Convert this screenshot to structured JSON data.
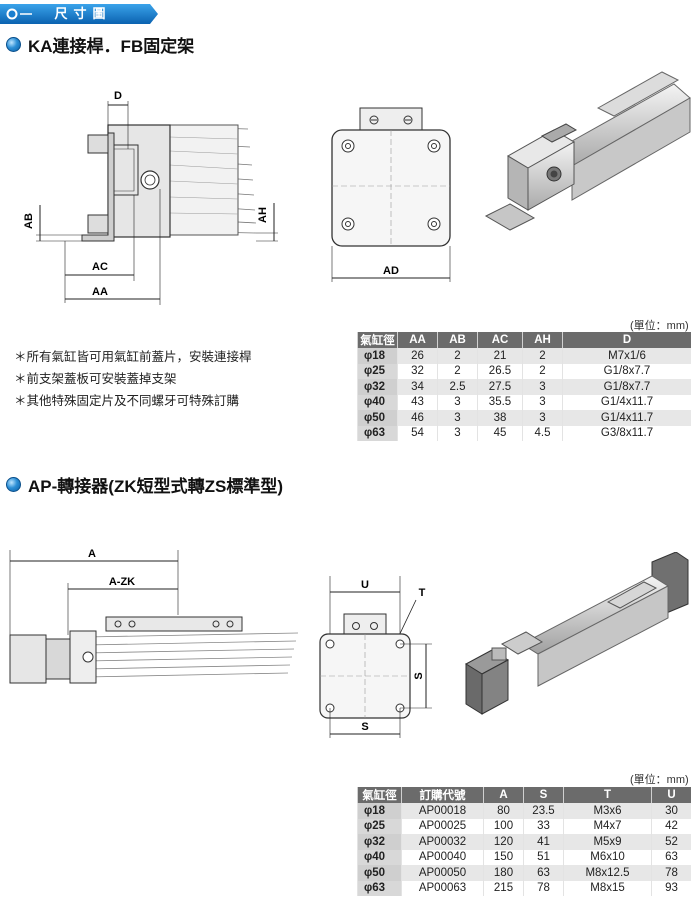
{
  "header": {
    "tab_label": "尺寸圖"
  },
  "section1": {
    "title": "KA連接桿．FB固定架",
    "dims": {
      "d": "D",
      "ab": "AB",
      "ac": "AC",
      "aa": "AA",
      "ah": "AH",
      "ad": "AD"
    },
    "notes": [
      "＊所有氣缸皆可用氣缸前蓋片，安裝連接桿",
      "＊前支架蓋板可安裝蓋掉支架",
      "＊其他特殊固定片及不同螺牙可特殊訂購"
    ],
    "unit": "(單位：mm)",
    "table": {
      "headers": [
        "氣缸徑",
        "AA",
        "AB",
        "AC",
        "AH",
        "D"
      ],
      "rows": [
        [
          "φ18",
          "26",
          "2",
          "21",
          "2",
          "M7x1/6"
        ],
        [
          "φ25",
          "32",
          "2",
          "26.5",
          "2",
          "G1/8x7.7"
        ],
        [
          "φ32",
          "34",
          "2.5",
          "27.5",
          "3",
          "G1/8x7.7"
        ],
        [
          "φ40",
          "43",
          "3",
          "35.5",
          "3",
          "G1/4x11.7"
        ],
        [
          "φ50",
          "46",
          "3",
          "38",
          "3",
          "G1/4x11.7"
        ],
        [
          "φ63",
          "54",
          "3",
          "45",
          "4.5",
          "G3/8x11.7"
        ]
      ]
    }
  },
  "section2": {
    "title": "AP-轉接器(ZK短型式轉ZS標準型)",
    "dims": {
      "a": "A",
      "azk": "A-ZK",
      "u": "U",
      "t": "T",
      "s_side": "S",
      "s_bottom": "S"
    },
    "unit": "(單位：mm)",
    "table": {
      "headers": [
        "氣缸徑",
        "訂購代號",
        "A",
        "S",
        "T",
        "U"
      ],
      "rows": [
        [
          "φ18",
          "AP00018",
          "80",
          "23.5",
          "M3x6",
          "30"
        ],
        [
          "φ25",
          "AP00025",
          "100",
          "33",
          "M4x7",
          "42"
        ],
        [
          "φ32",
          "AP00032",
          "120",
          "41",
          "M5x9",
          "52"
        ],
        [
          "φ40",
          "AP00040",
          "150",
          "51",
          "M6x10",
          "63"
        ],
        [
          "φ50",
          "AP00050",
          "180",
          "63",
          "M8x12.5",
          "78"
        ],
        [
          "φ63",
          "AP00063",
          "215",
          "78",
          "M8x15",
          "93"
        ]
      ]
    }
  }
}
